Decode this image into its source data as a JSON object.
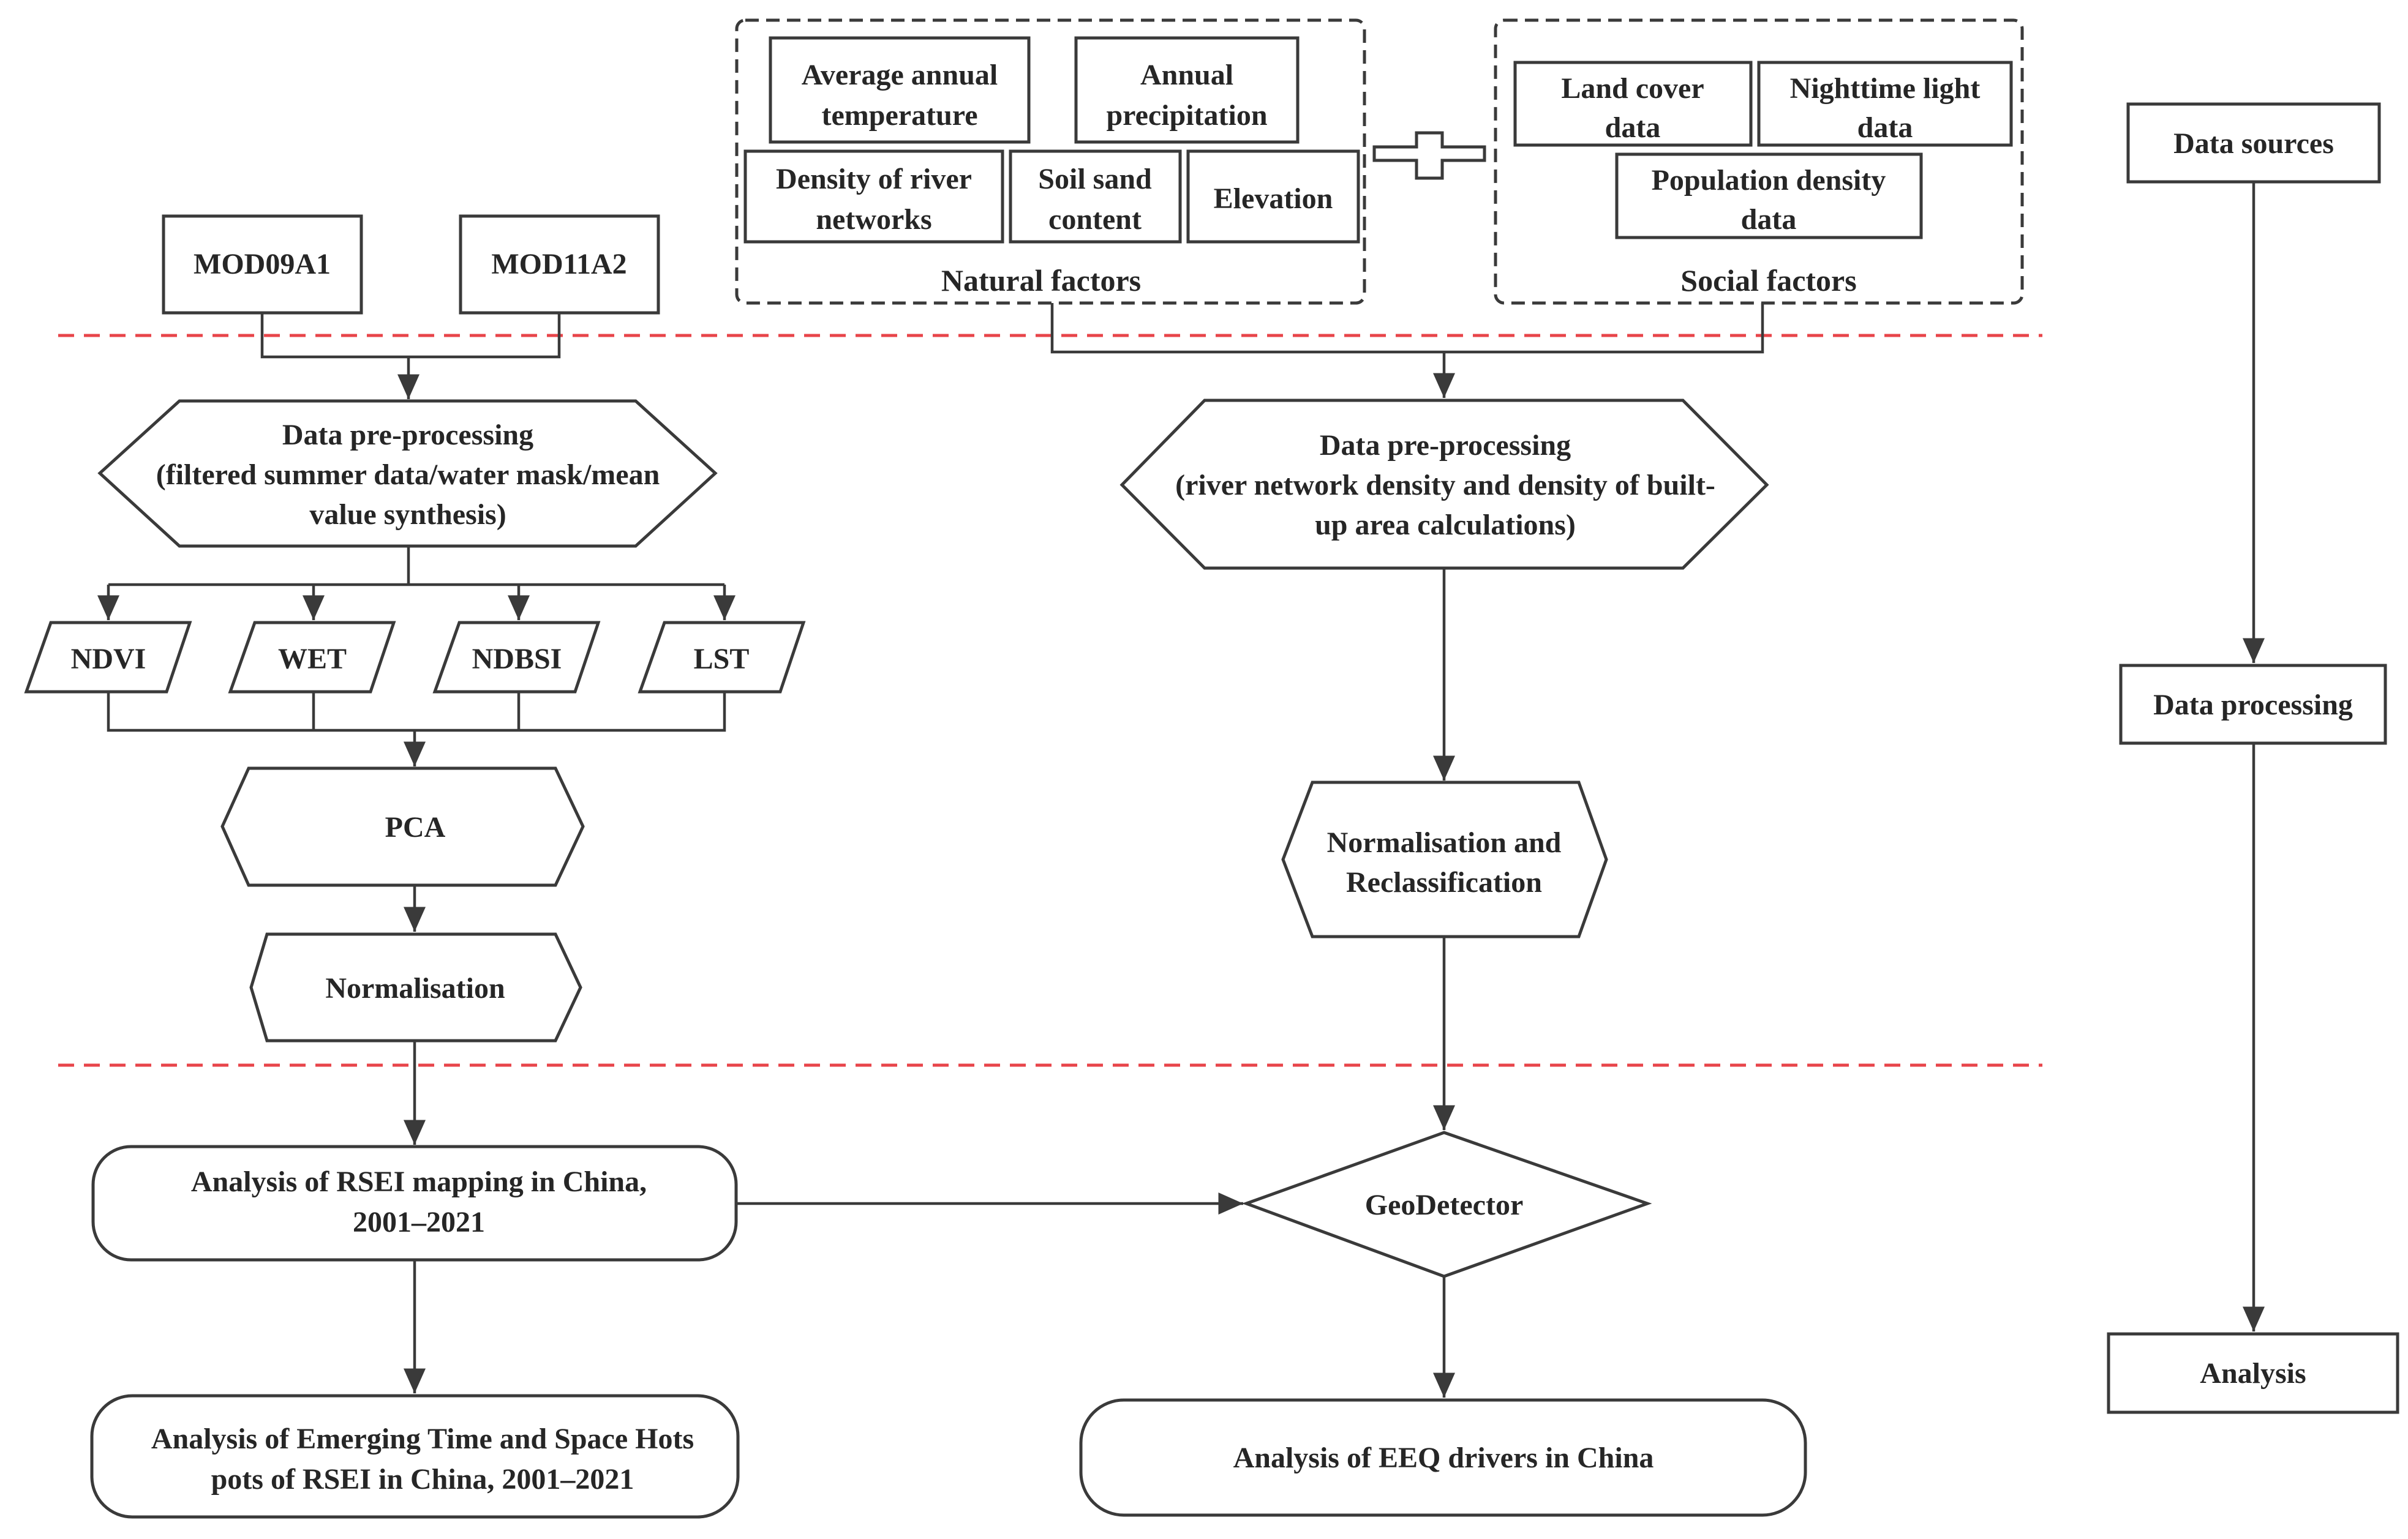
{
  "sources": {
    "mod09a1": "MOD09A1",
    "mod11a2": "MOD11A2"
  },
  "natural_factors": {
    "title": "Natural factors",
    "avg_temp": [
      "Average annual",
      "temperature"
    ],
    "annual_precip": [
      "Annual",
      "precipitation"
    ],
    "river_density": [
      "Density of river",
      "networks"
    ],
    "soil_sand": [
      "Soil sand",
      "content"
    ],
    "elevation": "Elevation"
  },
  "social_factors": {
    "title": "Social factors",
    "land_cover": [
      "Land cover",
      "data"
    ],
    "nighttime_light": [
      "Nighttime light",
      "data"
    ],
    "population_density": [
      "Population density",
      "data"
    ]
  },
  "left_flow": {
    "preprocess": [
      "Data pre-processing",
      "(filtered summer data/water mask/mean",
      "value synthesis)"
    ],
    "indices": [
      "NDVI",
      "WET",
      "NDBSI",
      "LST"
    ],
    "pca": "PCA",
    "normalisation": "Normalisation",
    "rsei_mapping": [
      "Analysis of RSEI mapping in China,",
      "2001–2021"
    ],
    "hotspots": [
      "Analysis of Emerging Time and Space Hots",
      "pots of RSEI in China, 2001–2021"
    ]
  },
  "right_flow": {
    "preprocess": [
      "Data pre-processing",
      "(river network density and density of built-",
      "up area calculations)"
    ],
    "normalisation": [
      "Normalisation and",
      "Reclassification"
    ],
    "geodetector": "GeoDetector",
    "drivers": "Analysis of EEQ drivers in China"
  },
  "legend": {
    "data_sources": "Data sources",
    "data_processing": "Data processing",
    "analysis": "Analysis"
  },
  "colors": {
    "stroke": "#3a3a3a",
    "divider": "#e8454a",
    "text": "#262626"
  }
}
